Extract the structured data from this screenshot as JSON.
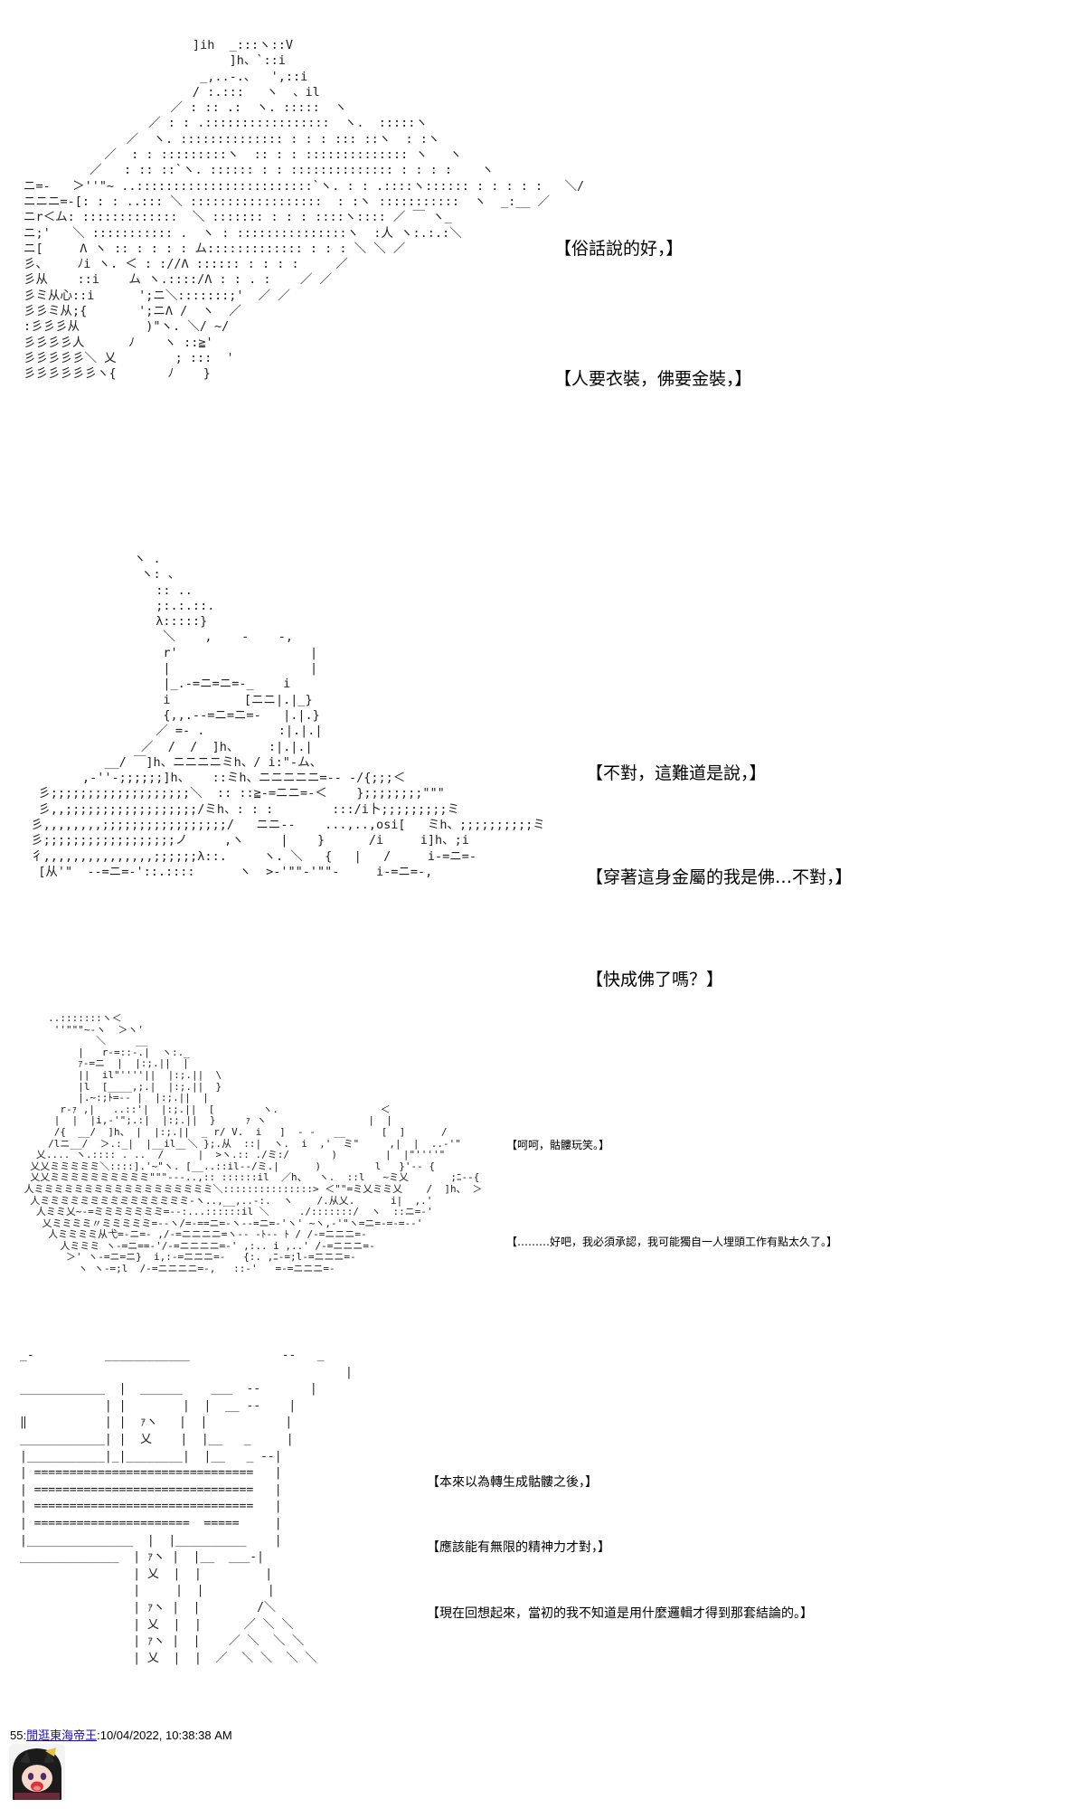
{
  "panels": [
    {
      "captions": [
        "【俗話說的好，】",
        "【人要衣裝，佛要金裝，】"
      ]
    },
    {
      "captions": [
        "【不對，這難道是說，】",
        "【穿著這身金屬的我是佛…不對，】",
        "【快成佛了嗎？】"
      ]
    },
    {
      "captions": [
        "【呵呵，骷髏玩笑。】",
        "【………好吧，我必須承認，我可能獨自一人埋頭工作有點太久了。】"
      ]
    },
    {
      "captions": [
        "【本來以為轉生成骷髏之後，】",
        "【應該能有無限的精神力才對，】",
        "【現在回想起來，當初的我不知道是用什麼邏輯才得到那套結論的。】"
      ]
    }
  ],
  "post": {
    "number": "55",
    "separator": ":",
    "author": "閒逛東海帝王",
    "timestamp": ":10/04/2022, 10:38:38 AM"
  },
  "avatar": {
    "icon": "anime-girl-avatar-icon"
  }
}
